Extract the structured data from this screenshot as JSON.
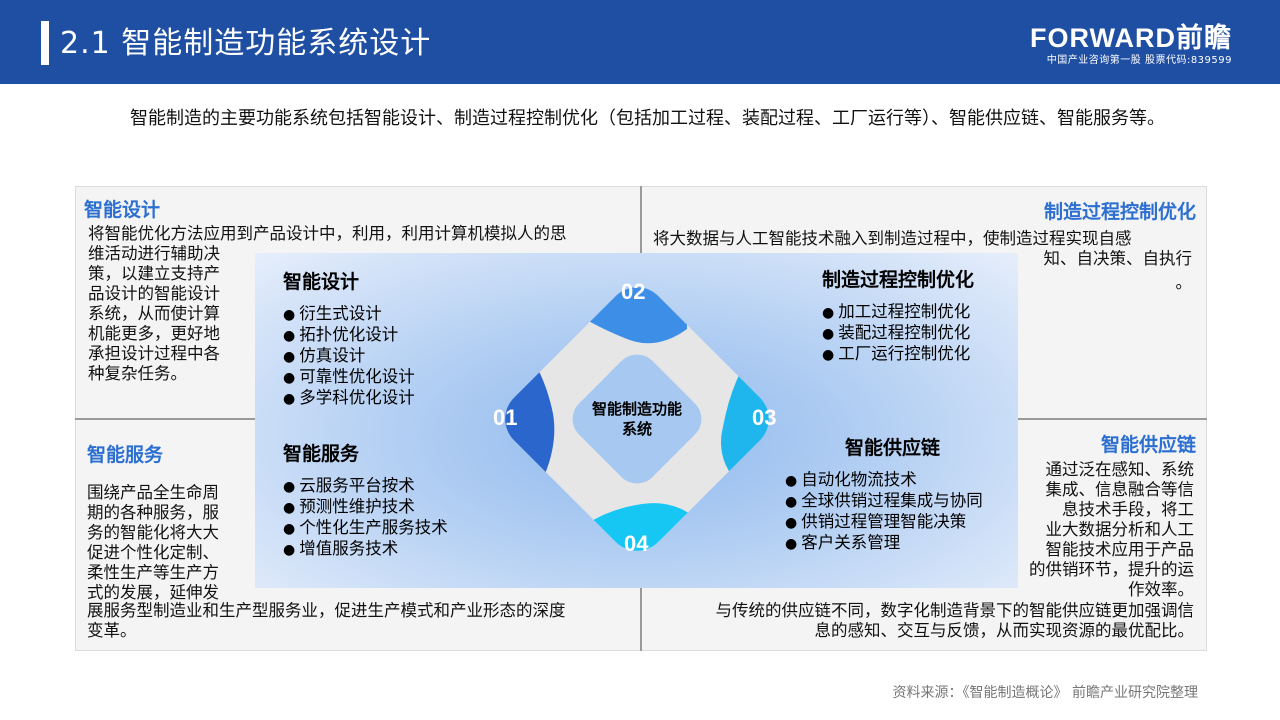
{
  "header": {
    "title": "2.1 智能制造功能系统设计",
    "logo_brand": "FORWARD前瞻",
    "logo_sub": "中国产业咨询第一股 股票代码:839599"
  },
  "intro": "智能制造的主要功能系统包括智能设计、制造过程控制优化（包括加工过程、装配过程、工厂运行等）、智能供应链、智能服务等。",
  "panels": {
    "top_left": {
      "title": "智能设计",
      "line1": "将智能优化方法应用到产品设计中，利用，利用计算机模拟人的思",
      "rest": [
        "维活动进行辅助决",
        "策，以建立支持产",
        "品设计的智能设计",
        "系统，从而使计算",
        "机能更多，更好地",
        "承担设计过程中各",
        "种复杂任务。"
      ]
    },
    "top_right": {
      "title": "制造过程控制优化",
      "line1": "将大数据与人工智能技术融入到制造过程中，使制造过程实现自感",
      "rest": [
        "知、自决策、自执行",
        "。"
      ]
    },
    "bottom_left": {
      "title": "智能服务",
      "rest": [
        "围绕产品全生命周",
        "期的各种服务，服",
        "务的智能化将大大",
        "促进个性化定制、",
        "柔性生产等生产方",
        "式的发展，延伸发"
      ],
      "tail": [
        "展服务型制造业和生产型服务业，促进生产模式和产业形态的深度",
        "变革。"
      ]
    },
    "bottom_right": {
      "title": "智能供应链",
      "rest": [
        "通过泛在感知、系统",
        "集成、信息融合等信",
        "息技术手段，将工",
        "业大数据分析和人工",
        "智能技术应用于产品",
        "的供销环节，提升的运",
        "作效率。"
      ],
      "tail": [
        "与传统的供应链不同，数字化制造背景下的智能供应链更加强调信",
        "息的感知、交互与反馈，从而实现资源的最优配比。"
      ]
    }
  },
  "diagram": {
    "center_label": "智能制造功能系统",
    "center_line1": "智能制造功能",
    "center_line2": "系统",
    "numbers": [
      "01",
      "02",
      "03",
      "04"
    ],
    "colors": {
      "01": "#2a66cc",
      "02": "#3d8ee6",
      "03": "#1fb6ee",
      "04": "#16c6f3",
      "ring": "#e6e6e6"
    },
    "design": {
      "title": "智能设计",
      "items": [
        "衍生式设计",
        "拓扑优化设计",
        "仿真设计",
        "可靠性优化设计",
        "多学科优化设计"
      ]
    },
    "process": {
      "title": "制造过程控制优化",
      "items": [
        "加工过程控制优化",
        "装配过程控制优化",
        "工厂运行控制优化"
      ]
    },
    "service": {
      "title": "智能服务",
      "items": [
        "云服务平台按术",
        "预测性维护技术",
        "个性化生产服务技术",
        "增值服务技术"
      ]
    },
    "supply": {
      "title": "智能供应链",
      "items": [
        "自动化物流技术",
        "全球供销过程集成与协同",
        "供销过程管理智能决策",
        "客户关系管理"
      ]
    }
  },
  "source": "资料来源：《智能制造概论》 前瞻产业研究院整理"
}
